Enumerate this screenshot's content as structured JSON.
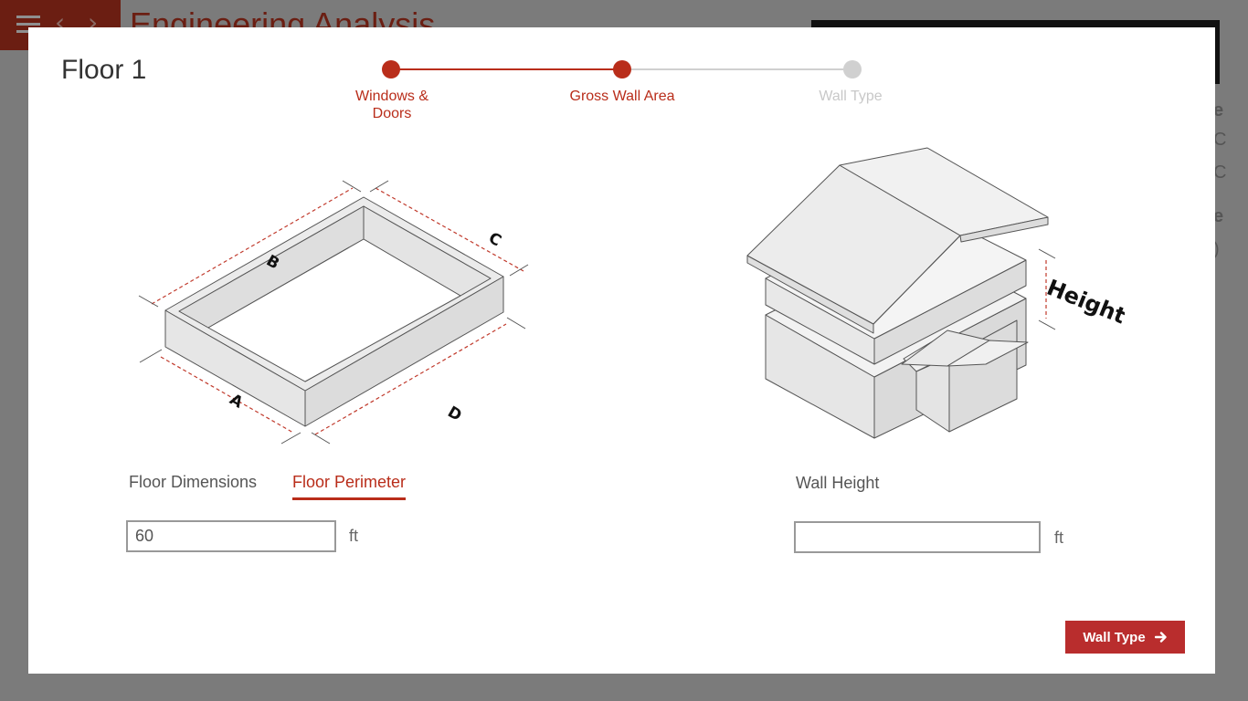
{
  "background": {
    "title": "Engineering Analysis",
    "side_letters": [
      "e",
      "C",
      "C",
      "e",
      ")"
    ]
  },
  "modal": {
    "title": "Floor 1",
    "stepper": [
      {
        "label": "Windows & Doors",
        "state": "complete"
      },
      {
        "label": "Gross Wall Area",
        "state": "current"
      },
      {
        "label": "Wall Type",
        "state": "upcoming"
      }
    ],
    "perimeter_diagram": {
      "labels": {
        "a": "A",
        "b": "B",
        "c": "C",
        "d": "D"
      }
    },
    "height_diagram": {
      "label": "Height"
    },
    "tabs": [
      {
        "label": "Floor Dimensions",
        "active": false
      },
      {
        "label": "Floor Perimeter",
        "active": true
      }
    ],
    "perimeter_input": {
      "value": "60",
      "unit": "ft"
    },
    "wall_height": {
      "label": "Wall Height",
      "value": "",
      "unit": "ft"
    },
    "next_button": {
      "label": "Wall Type"
    }
  },
  "colors": {
    "accent": "#b92d1a",
    "button": "#b92d2d",
    "inactive_step": "#d0d0d0",
    "overlay": "#7b7b7b"
  },
  "icons": {
    "next_button_icon": "arrow-right-icon"
  }
}
